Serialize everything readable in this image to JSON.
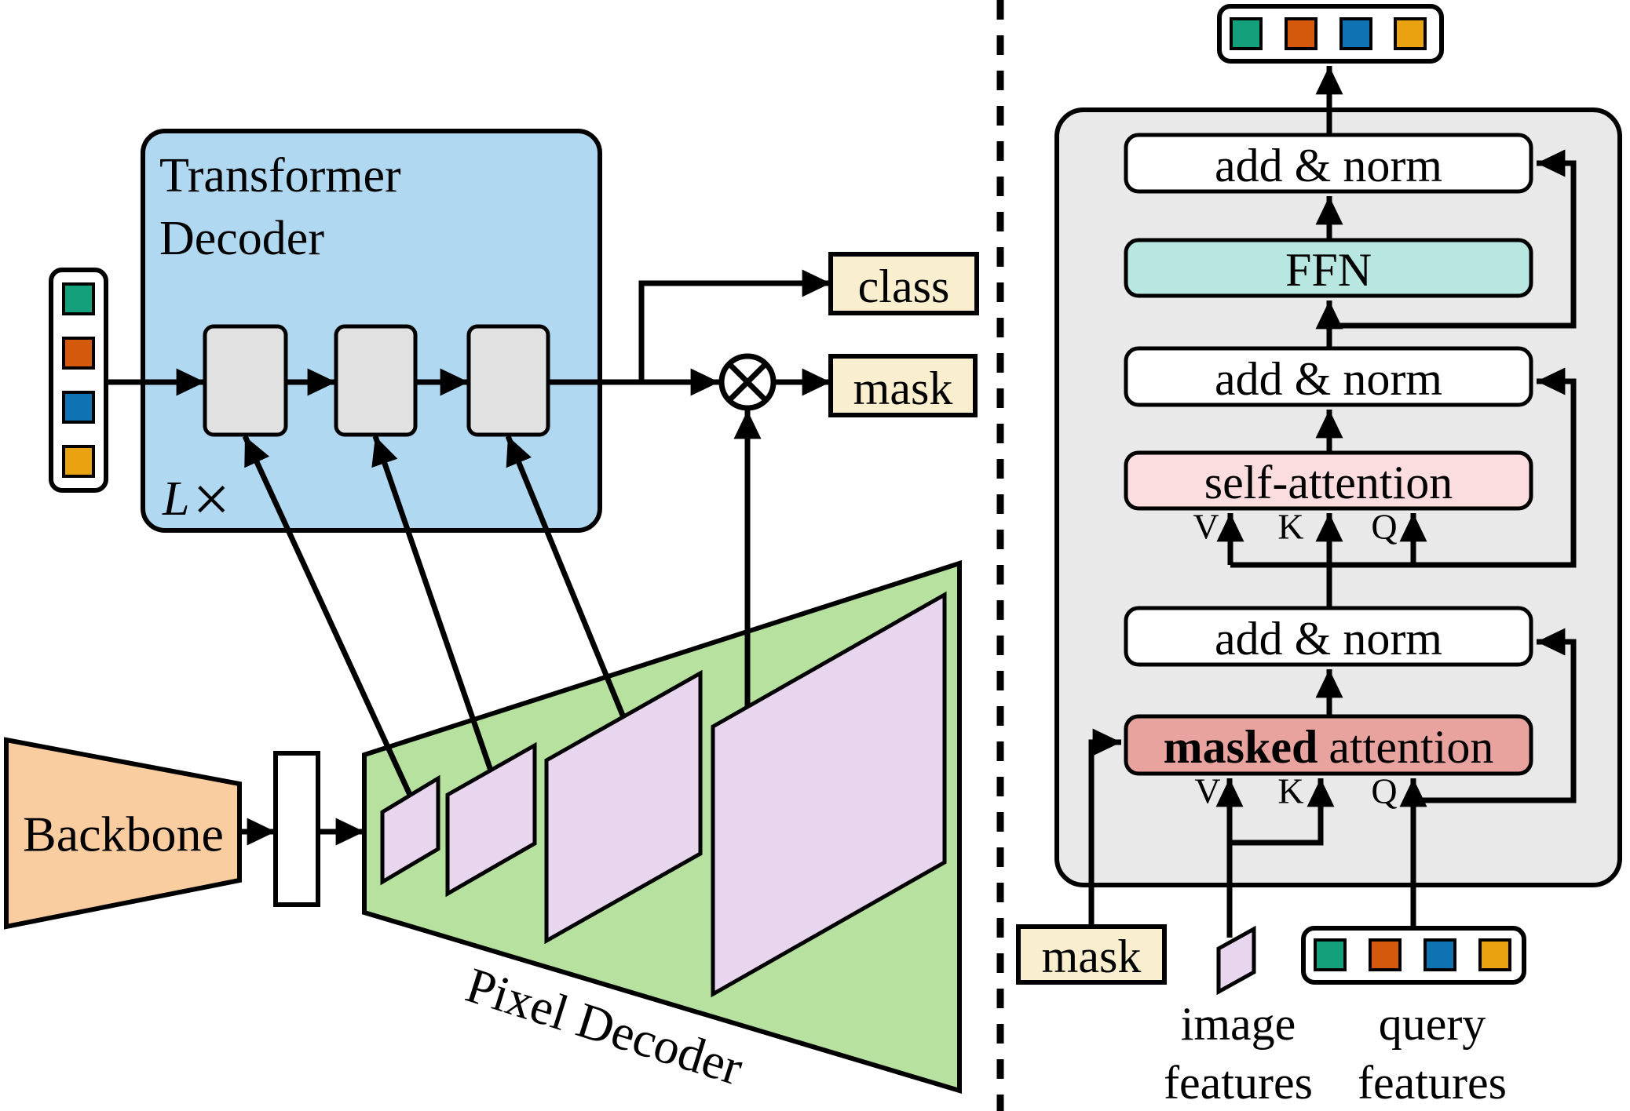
{
  "figure": {
    "left": {
      "query_tokens": {
        "token_names": [
          "token-green",
          "token-red",
          "token-blue",
          "token-amber"
        ]
      },
      "transformer_decoder": {
        "title_line1": "Transformer",
        "title_line2": "Decoder",
        "repeat_symbol_l": "L",
        "repeat_symbol_times": "×"
      },
      "outputs": {
        "class_label": "class",
        "mask_label": "mask"
      },
      "backbone_label": "Backbone",
      "pixel_decoder_label": "Pixel Decoder",
      "multiply_icon": "circled-times"
    },
    "right": {
      "add_norm_label": "add & norm",
      "ffn_label": "FFN",
      "self_attention_label": "self-attention",
      "masked_attention": {
        "bold": "masked",
        "rest": "attention"
      },
      "mask_label": "mask",
      "image_features_label": {
        "line1": "image",
        "line2": "features"
      },
      "query_features_label": {
        "line1": "query",
        "line2": "features"
      },
      "value_label": "V",
      "key_label": "K",
      "query_label": "Q"
    },
    "colors": {
      "decoder_blue": "#B0D9F1",
      "block_gray": "#E1E1E1",
      "panel_gray": "#E9E9E9",
      "output_tan": "#F9EFCE",
      "backbone_orange": "#FACDA1",
      "pixel_decoder_green": "#B6E19E",
      "feature_lavender": "#E8D5EE",
      "ffn_teal": "#B8E7E1",
      "self_attention_pink": "#FBDCDF",
      "masked_attention_salmon": "#E8A39E",
      "token_green": "#12A17B",
      "token_red": "#D4590D",
      "token_blue": "#0F72B2",
      "token_amber": "#E9A311",
      "stroke_black": "#000000",
      "white": "#FFFFFF"
    }
  }
}
